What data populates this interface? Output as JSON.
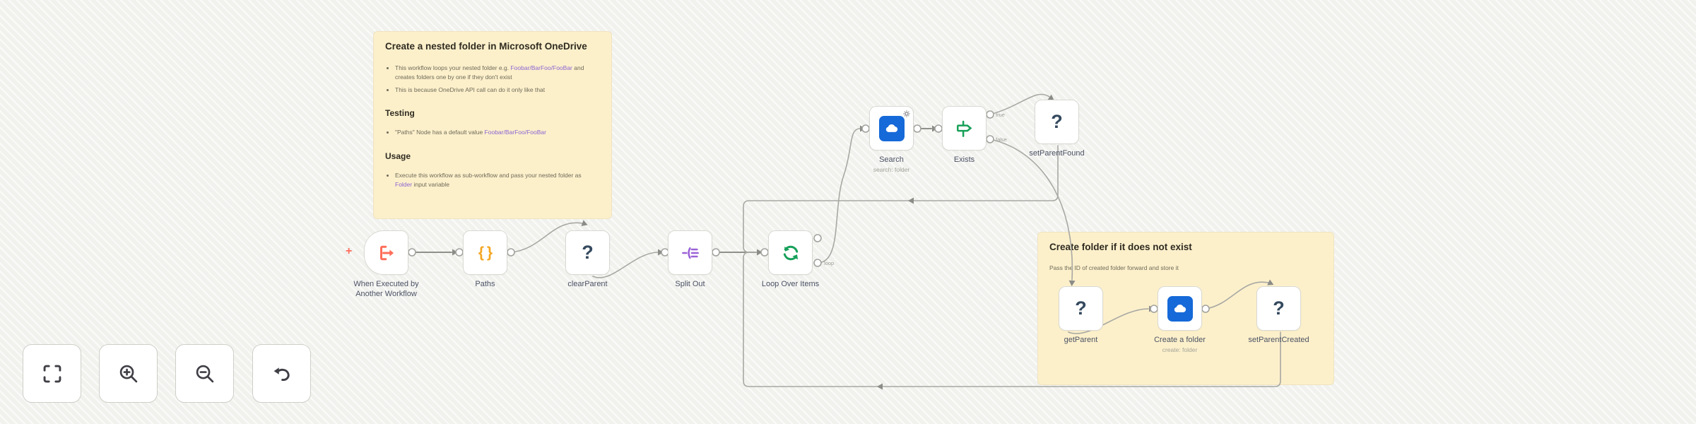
{
  "stickies": {
    "onedrive": {
      "title": "Create a nested folder in Microsoft OneDrive",
      "bullet1_pre": "This workflow loops your nested folder e.g. ",
      "bullet1_code": "Foobar/BarFoo/FooBar",
      "bullet1_post": " and creates folders one by one if they don't exist",
      "bullet2": "This is because OneDrive API call can do it only like that",
      "testing_heading": "Testing",
      "testing_bullet_pre": "\"Paths\" Node has a default value ",
      "testing_bullet_code": "Foobar/BarFoo/FooBar",
      "usage_heading": "Usage",
      "usage_bullet_pre": "Execute this workflow as sub-workflow and pass your nested folder as ",
      "usage_bullet_code": "Folder",
      "usage_bullet_post": " input variable"
    },
    "create_folder": {
      "title": "Create folder if it does not exist",
      "subtitle": "Pass the ID of created folder forward and store it"
    }
  },
  "nodes": {
    "trigger": {
      "label": "When Executed by Another Workflow",
      "icon": "execute-workflow-trigger"
    },
    "paths": {
      "label": "Paths",
      "icon": "braces",
      "glyph": "{ }"
    },
    "clear_parent": {
      "label": "clearParent",
      "icon": "question-mark",
      "glyph": "?"
    },
    "split_out": {
      "label": "Split Out",
      "icon": "split-out"
    },
    "loop": {
      "label": "Loop Over Items",
      "icon": "loop-refresh",
      "port_loop_label": "loop"
    },
    "search": {
      "label": "Search",
      "subtitle": "search: folder",
      "icon": "onedrive-cloud",
      "badge": "gear"
    },
    "exists": {
      "label": "Exists",
      "icon": "if-signpost",
      "port_true_label": "true",
      "port_false_label": "false"
    },
    "set_parent_found": {
      "label": "setParentFound",
      "icon": "question-mark",
      "glyph": "?"
    },
    "get_parent": {
      "label": "getParent",
      "icon": "question-mark",
      "glyph": "?"
    },
    "create_a_folder": {
      "label": "Create a folder",
      "subtitle": "create: folder",
      "icon": "onedrive-cloud"
    },
    "set_parent_created": {
      "label": "setParentCreated",
      "icon": "question-mark",
      "glyph": "?"
    }
  },
  "canvas": {
    "add_marker_glyph": "+",
    "controls": [
      "fit-view",
      "zoom-in",
      "zoom-out",
      "undo"
    ]
  },
  "colors": {
    "sticky_bg": "#fcf0cb",
    "link_purple": "#8a63d2",
    "set_orange": "#f5a623",
    "trigger_coral": "#ff6d5a",
    "green": "#16a05a",
    "split_purple": "#9a62d8",
    "onedrive_blue": "#1669d8",
    "edge_grey": "#a8a8a3",
    "canvas_bg": "#f4f4f1"
  }
}
